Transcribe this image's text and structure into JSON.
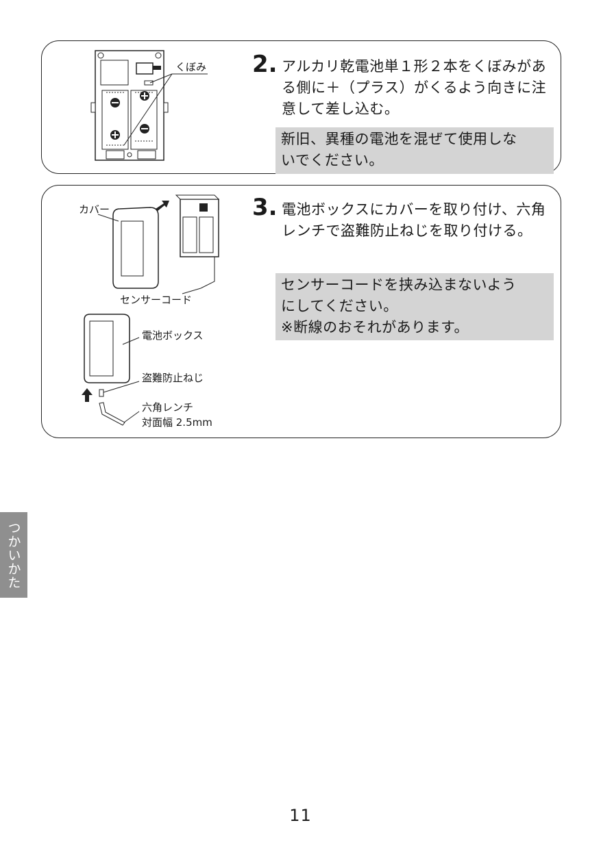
{
  "step2": {
    "number": "2.",
    "text": "アルカリ乾電池単１形２本をくぼみがある側に＋（プラス）がくるよう向きに注意して差し込む。",
    "note": "新旧、異種の電池を混ぜて使用しな\nいでください。",
    "labels": {
      "recess": "くぼみ"
    }
  },
  "step3": {
    "number": "3.",
    "text": "電池ボックスにカバーを取り付け、六角レンチで盗難防止ねじを取り付ける。",
    "note": "センサーコードを挟み込まないよう\nにしてください。\n※断線のおそれがあります。",
    "labels": {
      "cover": "カバー",
      "sensor_cord": "センサーコード",
      "battery_box": "電池ボックス",
      "antitheft_screw": "盗難防止ねじ",
      "hex_wrench": "六角レンチ",
      "across_flats": "対面幅 2.5mm"
    }
  },
  "side_tab": "つかいかた",
  "page_number": "11"
}
